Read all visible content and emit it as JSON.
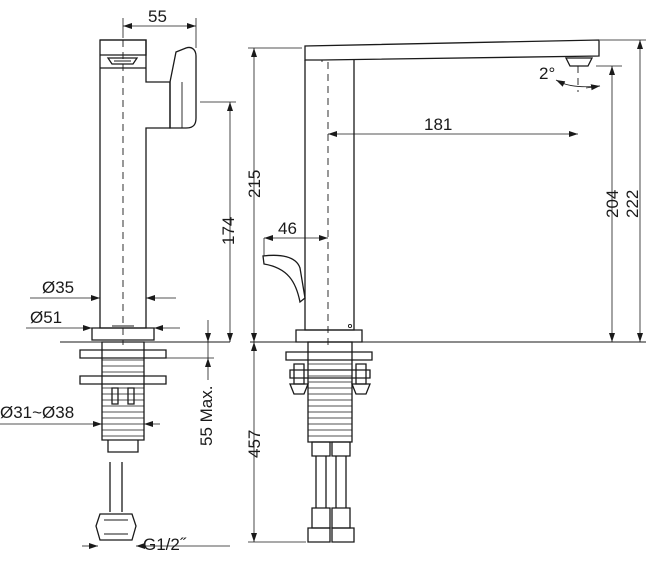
{
  "drawing": {
    "dimensions": {
      "top_width": "55",
      "side_height": "174",
      "body_diameter": "Ø35",
      "base_diameter": "Ø51",
      "hole_range": "Ø31~Ø38",
      "counter_max": "55 Max.",
      "connection": "G1/2˝",
      "total_height": "215",
      "spout_reach": "181",
      "spout_angle": "2°",
      "outlet_height": "204",
      "overall_height": "222",
      "lever_offset": "46",
      "hose_length": "457"
    }
  }
}
